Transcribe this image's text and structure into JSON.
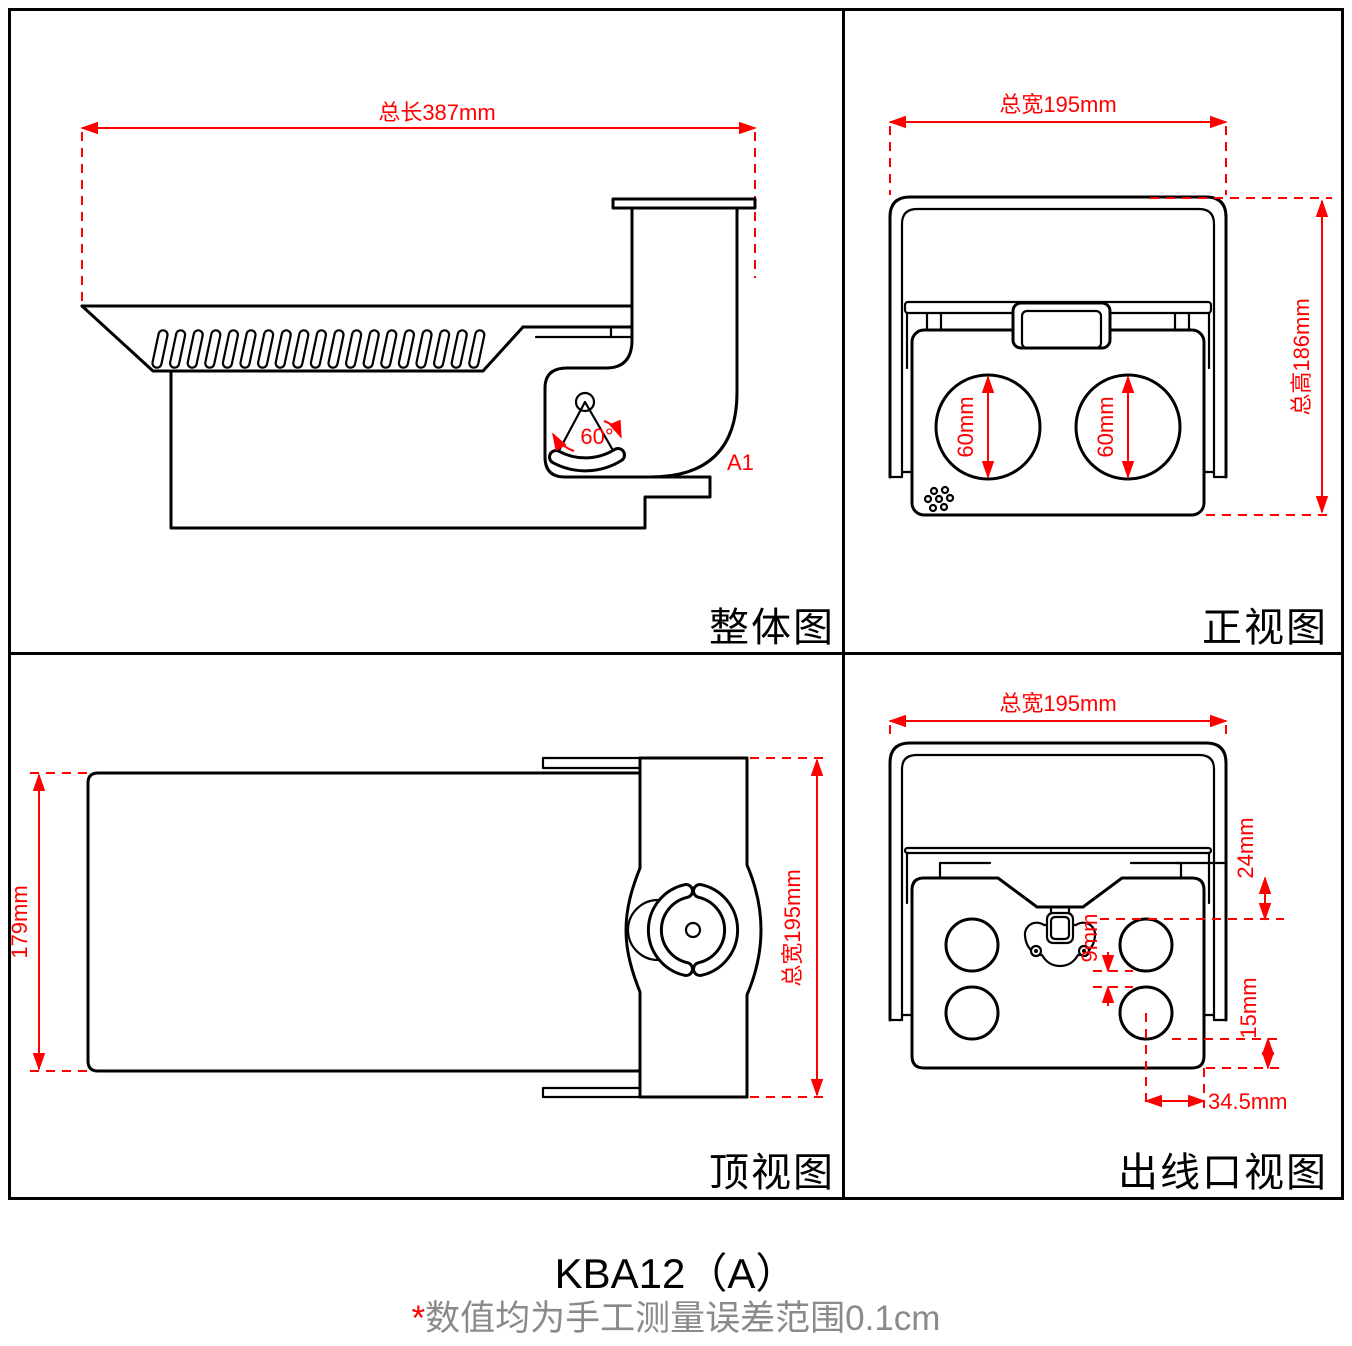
{
  "colors": {
    "line": "#000000",
    "dimension": "#ff0000",
    "note": "#8a8a8a",
    "background": "#ffffff"
  },
  "views": {
    "overall": {
      "label": "整体图",
      "dim_total_length": "总长387mm",
      "angle": "60°",
      "callout": "A1"
    },
    "front": {
      "label": "正视图",
      "dim_total_width": "总宽195mm",
      "dim_total_height": "总高186mm",
      "dim_left_hole": "60mm",
      "dim_right_hole": "60mm"
    },
    "top": {
      "label": "顶视图",
      "dim_depth": "179mm",
      "dim_total_width": "总宽195mm"
    },
    "outlet": {
      "label": "出线口视图",
      "dim_total_width": "总宽195mm",
      "dim_top_offset": "24mm",
      "dim_hole_gap": "9mm",
      "dim_bottom_offset": "15mm",
      "dim_right_offset": "34.5mm"
    }
  },
  "footer": {
    "model": "KBA12（A）",
    "note_mark": "*",
    "note_text": "数值均为手工测量误差范围0.1cm"
  }
}
